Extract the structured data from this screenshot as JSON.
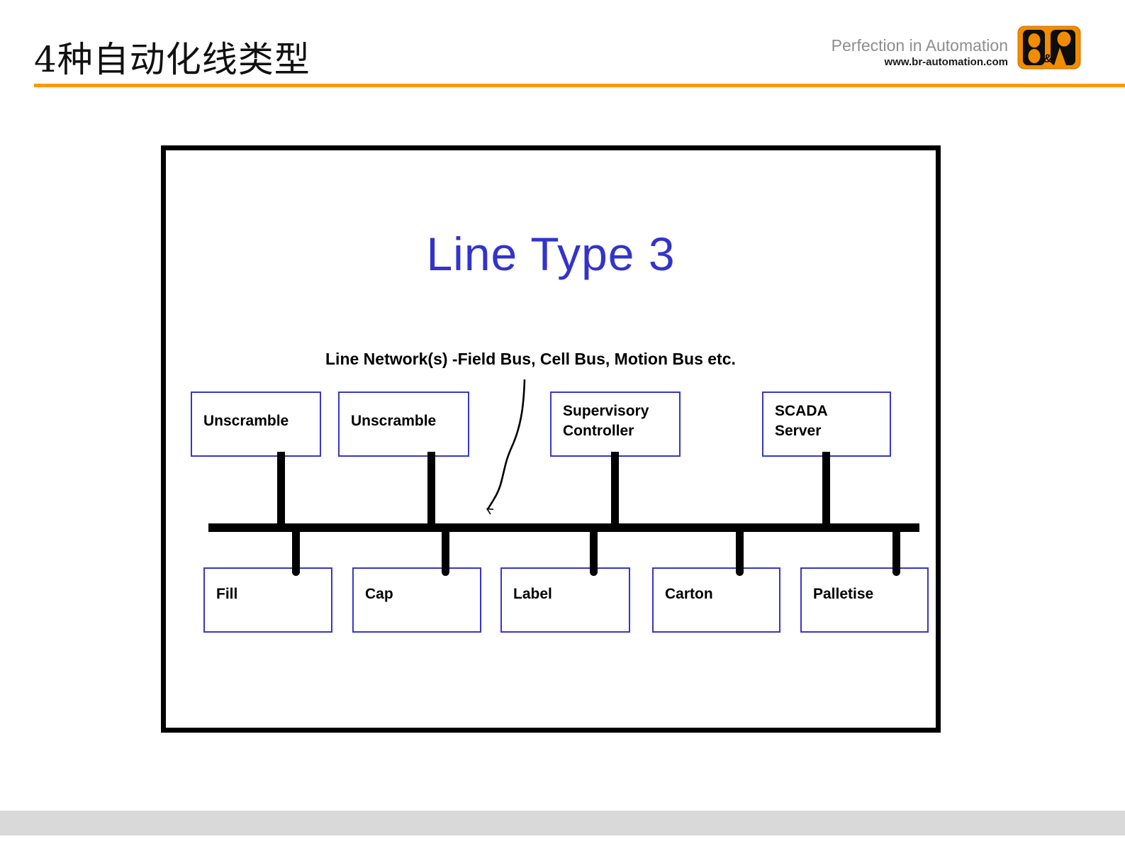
{
  "slide": {
    "title": "4种自动化线类型",
    "accent_color": "#FF9900",
    "footer_bar_color": "#D9D9D9"
  },
  "brand": {
    "tagline": "Perfection in Automation",
    "website": "www.br-automation.com",
    "logo_name": "br-automation-logo",
    "logo_ampersand": "&",
    "logo_orange": "#F28C00"
  },
  "diagram": {
    "title": "Line Type 3",
    "title_color": "#3333CC",
    "network_label": "Line Network(s) -Field Bus, Cell Bus, Motion Bus etc.",
    "box_border_color": "#3737C8",
    "top_row": [
      {
        "label": "Unscramble"
      },
      {
        "label": "Unscramble"
      },
      {
        "label": "Supervisory\nController"
      },
      {
        "label": "SCADA\nServer"
      }
    ],
    "bottom_row": [
      {
        "label": "Fill"
      },
      {
        "label": "Cap"
      },
      {
        "label": "Label"
      },
      {
        "label": "Carton"
      },
      {
        "label": "Palletise"
      }
    ]
  }
}
